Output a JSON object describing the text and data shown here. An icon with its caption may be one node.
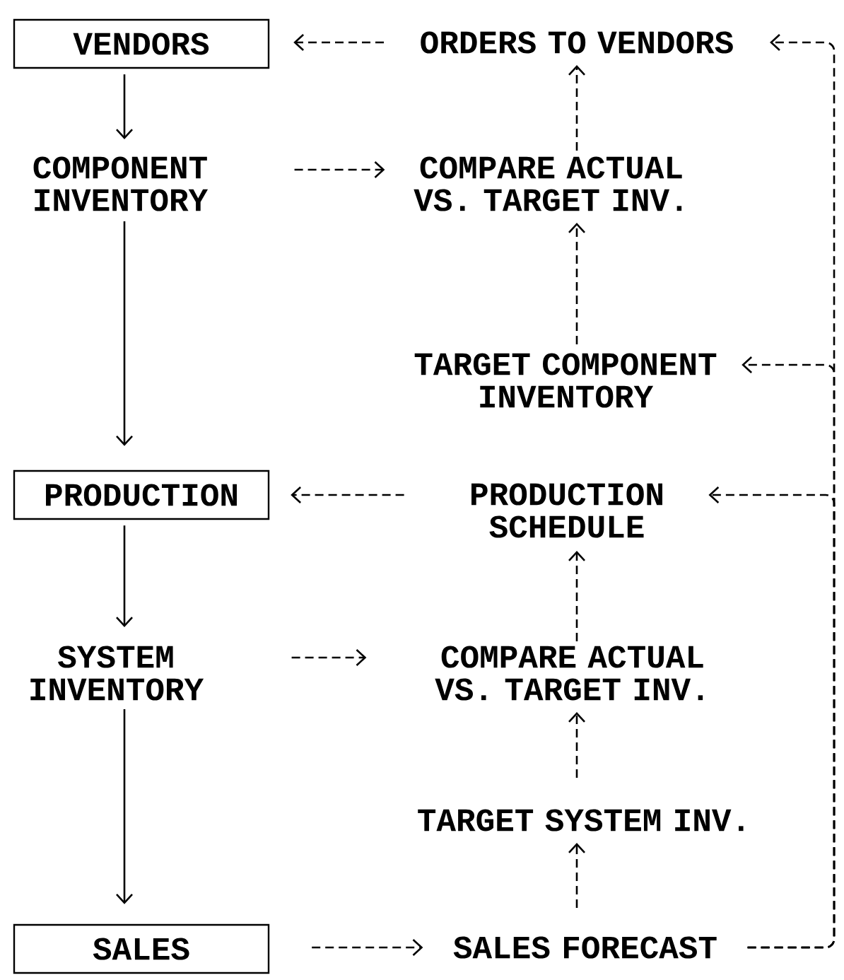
{
  "diagram": {
    "nodes": [
      {
        "text": [
          "VENDORS"
        ]
      },
      {
        "text": [
          "COMPONENT INVENTORY"
        ]
      },
      {
        "text": [
          "PRODUCTION"
        ]
      },
      {
        "text": [
          "SYSTEM INVENTORY"
        ]
      },
      {
        "text": [
          "SALES"
        ]
      },
      {
        "text": [
          "ORDERS TO VENDORS"
        ]
      },
      {
        "text": [
          "COMPARE ACTUAL VS. TARGET INV."
        ]
      },
      {
        "text": [
          "TARGET COMPONENT INVENTORY"
        ]
      },
      {
        "text": [
          "PRODUCTION SCHEDULE"
        ]
      },
      {
        "text": [
          "COMPARE ACTUAL VS. TARGET INV."
        ]
      },
      {
        "text": [
          "TARGET SYSTEM INV."
        ]
      },
      {
        "text": [
          "SALES FORECAST"
        ]
      }
    ],
    "edges": [
      {
        "from": 0,
        "to": 1,
        "arrow": "to"
      },
      {
        "from": 1,
        "to": 2,
        "arrow": "to"
      },
      {
        "from": 2,
        "to": 3,
        "arrow": "to"
      },
      {
        "from": 3,
        "to": 4,
        "arrow": "to"
      },
      {
        "from": 5,
        "to": 0,
        "arrow": "to",
        "style": "dashed"
      },
      {
        "from": 1,
        "to": 6,
        "arrow": "to",
        "style": "dashed"
      },
      {
        "from": 6,
        "to": 5,
        "arrow": "to",
        "style": "dashed"
      },
      {
        "from": 7,
        "to": 6,
        "arrow": "to",
        "style": "dashed"
      },
      {
        "from": 8,
        "to": 2,
        "arrow": "to",
        "style": "dashed"
      },
      {
        "from": 3,
        "to": 9,
        "arrow": "to",
        "style": "dashed"
      },
      {
        "from": 9,
        "to": 8,
        "arrow": "to",
        "style": "dashed"
      },
      {
        "from": 10,
        "to": 9,
        "arrow": "to",
        "style": "dashed"
      },
      {
        "from": 11,
        "to": 10,
        "arrow": "to",
        "style": "dashed"
      },
      {
        "from": 4,
        "to": 11,
        "arrow": "to",
        "style": "dashed"
      },
      {
        "from": 11,
        "to": 5,
        "arrow": "to",
        "style": "dashed"
      },
      {
        "from": 11,
        "to": 7,
        "arrow": "to",
        "style": "dashed"
      },
      {
        "from": 11,
        "to": 8,
        "arrow": "to",
        "style": "dashed"
      }
    ]
  }
}
